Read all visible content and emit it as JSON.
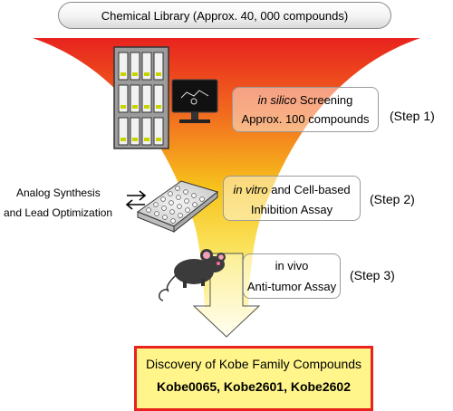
{
  "library": {
    "label": "Chemical Library (Approx. 40, 000 compounds)"
  },
  "step1": {
    "line1_italic": "in silico",
    "line1_rest": " Screening",
    "line2": "Approx. 100 compounds",
    "label": "(Step 1)"
  },
  "step2": {
    "line1_italic": "in vitro",
    "line1_rest": "  and Cell-based",
    "line2": "Inhibition Assay",
    "label": "(Step 2)"
  },
  "step3": {
    "line1": "in vivo",
    "line2": "Anti-tumor Assay",
    "label": "(Step 3)"
  },
  "side": {
    "line1": "Analog Synthesis",
    "line2": "and Lead Optimization"
  },
  "result": {
    "line1": "Discovery of Kobe Family Compounds",
    "line2": "Kobe0065, Kobe2601, Kobe2602"
  },
  "icons": [
    "server-rack-icon",
    "computer-monitor-icon",
    "well-plate-icon",
    "exchange-arrows-icon",
    "mouse-icon",
    "down-arrow-icon"
  ],
  "colors": {
    "funnel_top": "#e8231e",
    "funnel_mid": "#f7a81b",
    "funnel_bottom": "#fffbe0",
    "result_border": "#e8231e",
    "result_fill": "#fff58a"
  }
}
